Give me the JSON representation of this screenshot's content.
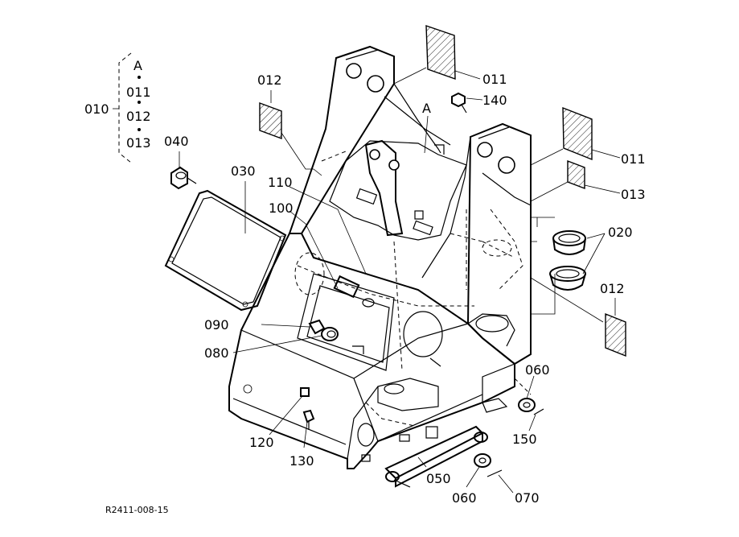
{
  "figure": {
    "reference_code": "R2411-008-15",
    "group": {
      "parent": "010",
      "marker": "A",
      "children": [
        "011",
        "012",
        "013"
      ]
    },
    "callouts": [
      {
        "id": "c-011-top",
        "text": "011"
      },
      {
        "id": "c-140",
        "text": "140"
      },
      {
        "id": "c-A",
        "text": "A"
      },
      {
        "id": "c-011-right",
        "text": "011"
      },
      {
        "id": "c-013",
        "text": "013"
      },
      {
        "id": "c-020",
        "text": "020"
      },
      {
        "id": "c-012-right",
        "text": "012"
      },
      {
        "id": "c-012-left",
        "text": "012"
      },
      {
        "id": "c-040",
        "text": "040"
      },
      {
        "id": "c-030",
        "text": "030"
      },
      {
        "id": "c-110",
        "text": "110"
      },
      {
        "id": "c-100",
        "text": "100"
      },
      {
        "id": "c-090",
        "text": "090"
      },
      {
        "id": "c-080",
        "text": "080"
      },
      {
        "id": "c-060-right",
        "text": "060"
      },
      {
        "id": "c-150",
        "text": "150"
      },
      {
        "id": "c-120",
        "text": "120"
      },
      {
        "id": "c-130",
        "text": "130"
      },
      {
        "id": "c-050",
        "text": "050"
      },
      {
        "id": "c-060-bottom",
        "text": "060"
      },
      {
        "id": "c-070",
        "text": "070"
      }
    ]
  }
}
